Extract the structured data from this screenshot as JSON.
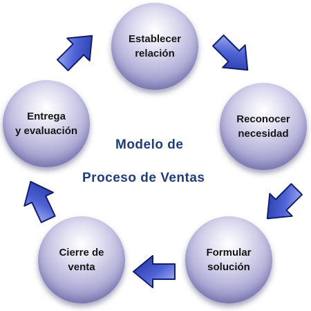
{
  "diagram": {
    "title_lines": [
      "Modelo de",
      "Proceso de Ventas"
    ],
    "steps": [
      {
        "label": "Establecer\nrelación"
      },
      {
        "label": "Reconocer\nnecesidad"
      },
      {
        "label": "Formular\nsolución"
      },
      {
        "label": "Cierre de\nventa"
      },
      {
        "label": "Entrega\ny evaluación"
      }
    ],
    "colors": {
      "title": "#1f3d7a",
      "arrow_light": "#b8c4f4",
      "arrow_mid": "#4f63d6",
      "arrow_dark": "#1d2f9c",
      "arrow_outline": "#101d6e"
    }
  }
}
